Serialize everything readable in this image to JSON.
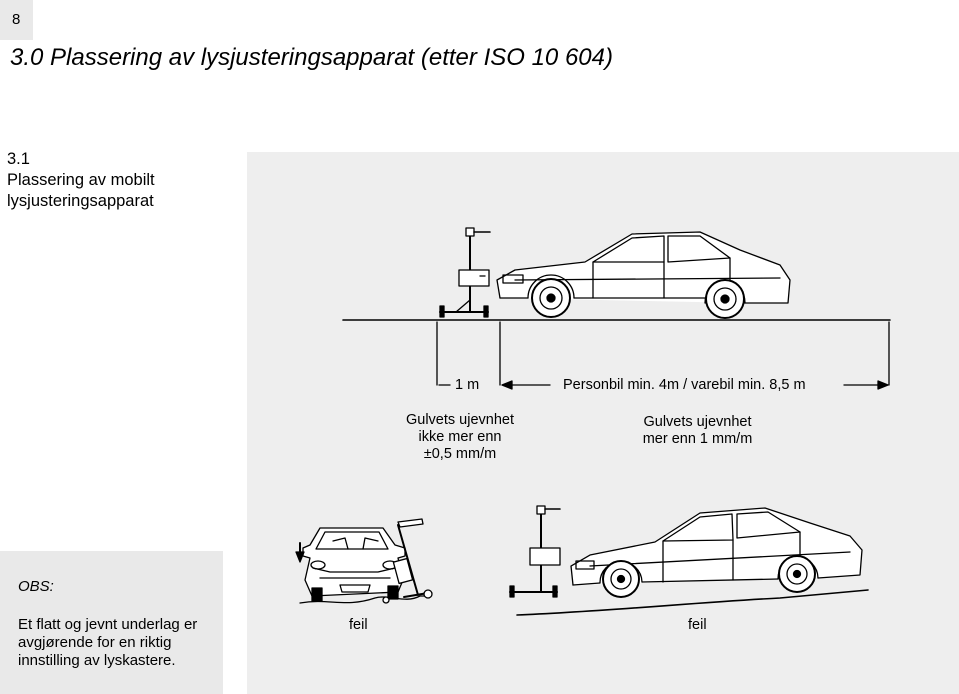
{
  "page_number": "8",
  "title": "3.0 Plassering av lysjusteringsapparat (etter ISO 10 604)",
  "section": {
    "number": "3.1",
    "line1": "Plassering av mobilt",
    "line2": "lysjusteringsapparat"
  },
  "diagram": {
    "dist_1m": "1 m",
    "dist_car": "Personbil min. 4m / varebil min. 8,5 m",
    "floor_left": [
      "Gulvets ujevnhet",
      "ikke mer enn",
      "±0,5 mm/m"
    ],
    "floor_right": [
      "Gulvets ujevnhet",
      "mer enn 1 mm/m"
    ],
    "wrong_left": "feil",
    "wrong_right": "feil"
  },
  "obs": {
    "title": "OBS:",
    "text": "Et flatt og jevnt underlag er avgjørende for en riktig innstilling av lyskastere."
  }
}
